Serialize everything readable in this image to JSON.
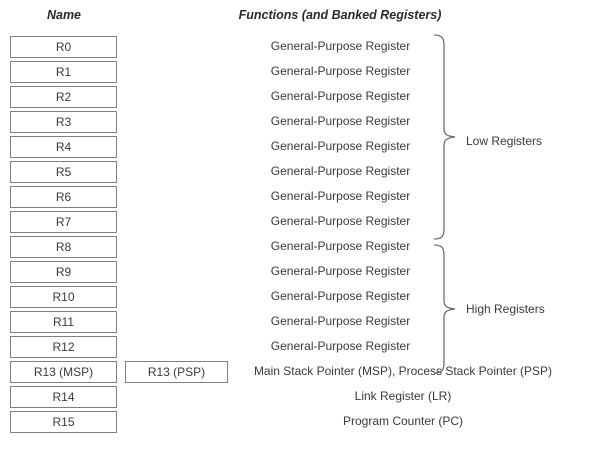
{
  "headers": {
    "name": "Name",
    "functions": "Functions (and Banked Registers)"
  },
  "colors": {
    "box_border": "#808080",
    "text": "#3a3a3a",
    "brace": "#6e6e6e",
    "background": "#ffffff"
  },
  "registers": [
    {
      "name": "R0",
      "function": "General-Purpose Register",
      "banked": null,
      "group": "low"
    },
    {
      "name": "R1",
      "function": "General-Purpose Register",
      "banked": null,
      "group": "low"
    },
    {
      "name": "R2",
      "function": "General-Purpose Register",
      "banked": null,
      "group": "low"
    },
    {
      "name": "R3",
      "function": "General-Purpose Register",
      "banked": null,
      "group": "low"
    },
    {
      "name": "R4",
      "function": "General-Purpose Register",
      "banked": null,
      "group": "low"
    },
    {
      "name": "R5",
      "function": "General-Purpose Register",
      "banked": null,
      "group": "low"
    },
    {
      "name": "R6",
      "function": "General-Purpose Register",
      "banked": null,
      "group": "low"
    },
    {
      "name": "R7",
      "function": "General-Purpose Register",
      "banked": null,
      "group": "low"
    },
    {
      "name": "R8",
      "function": "General-Purpose Register",
      "banked": null,
      "group": "high"
    },
    {
      "name": "R9",
      "function": "General-Purpose Register",
      "banked": null,
      "group": "high"
    },
    {
      "name": "R10",
      "function": "General-Purpose Register",
      "banked": null,
      "group": "high"
    },
    {
      "name": "R11",
      "function": "General-Purpose Register",
      "banked": null,
      "group": "high"
    },
    {
      "name": "R12",
      "function": "General-Purpose Register",
      "banked": null,
      "group": "high"
    },
    {
      "name": "R13 (MSP)",
      "function": "Main Stack Pointer (MSP), Process Stack Pointer (PSP)",
      "banked": "R13 (PSP)",
      "group": null
    },
    {
      "name": "R14",
      "function": "Link Register (LR)",
      "banked": null,
      "group": null
    },
    {
      "name": "R15",
      "function": "Program Counter (PC)",
      "banked": null,
      "group": null
    }
  ],
  "groups": [
    {
      "id": "low",
      "label": "Low Registers"
    },
    {
      "id": "high",
      "label": "High Registers"
    }
  ]
}
